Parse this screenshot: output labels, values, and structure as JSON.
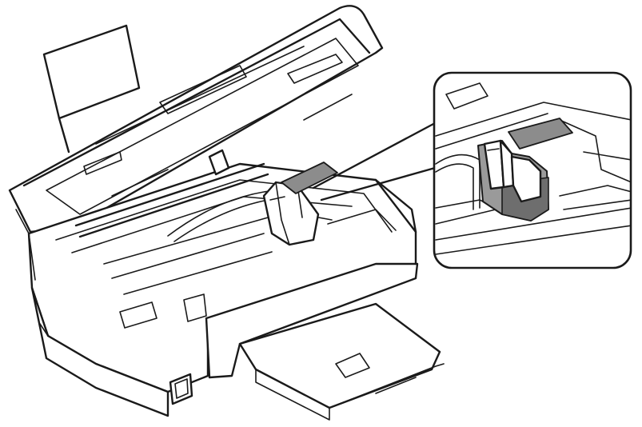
{
  "colors": {
    "background": "#ffffff",
    "line": "#1a1a1a",
    "tape": "#8c8c8c",
    "carriage": "#9a9a9a",
    "carriage_dark": "#6e6e6e"
  },
  "icons": {
    "printer": "printer-illustration",
    "callout": "magnifier-callout",
    "tape": "protective-tape"
  }
}
